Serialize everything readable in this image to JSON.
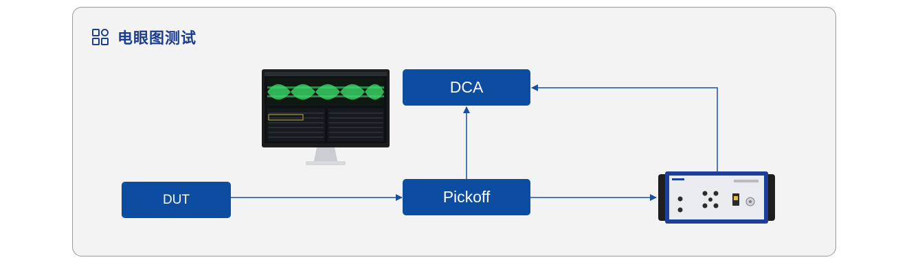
{
  "title": "电眼图测试",
  "nodes": {
    "dca": "DCA",
    "pickoff": "Pickoff",
    "dut": "DUT"
  },
  "colors": {
    "node_fill": "#0c4da2",
    "connector": "#1a4fa0",
    "title": "#1a3d8f",
    "panel_bg": "#f3f3f4",
    "panel_border": "#9a9a9a"
  },
  "icons": {
    "title": "grid-apps-icon"
  },
  "edges": [
    {
      "from": "dut",
      "to": "pickoff"
    },
    {
      "from": "pickoff",
      "to": "dca"
    },
    {
      "from": "pickoff",
      "to": "instrument"
    },
    {
      "from": "instrument",
      "to": "dca"
    }
  ]
}
